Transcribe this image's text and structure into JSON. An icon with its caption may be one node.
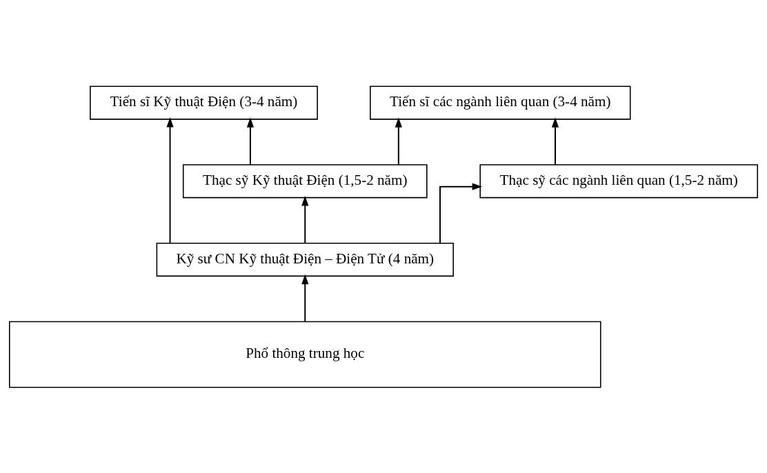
{
  "diagram": {
    "nodes": [
      {
        "text": [
          "Tiến sĩ Kỹ thuật Điện (3-4 năm)"
        ]
      },
      {
        "text": [
          "Tiến sĩ các ngành liên quan (3-4 năm)"
        ]
      },
      {
        "text": [
          "Thạc sỹ Kỹ thuật Điện (1,5-2 năm)"
        ]
      },
      {
        "text": [
          "Thạc sỹ các ngành liên quan (1,5-2 năm)"
        ]
      },
      {
        "text": [
          "Kỹ sư CN Kỹ thuật Điện – Điện Tử (4 năm)"
        ]
      },
      {
        "text": [
          "Phổ thông trung học"
        ]
      }
    ],
    "edges": [
      {
        "from": 5,
        "to": 4,
        "arrow": "to"
      },
      {
        "from": 4,
        "to": 2,
        "arrow": "to"
      },
      {
        "from": 2,
        "to": 0,
        "arrow": "to"
      },
      {
        "from": 4,
        "to": 0,
        "arrow": "to"
      },
      {
        "from": 2,
        "to": 1,
        "arrow": "to"
      },
      {
        "from": 4,
        "to": 3,
        "arrow": "to"
      },
      {
        "from": 3,
        "to": 1,
        "arrow": "to"
      }
    ]
  }
}
